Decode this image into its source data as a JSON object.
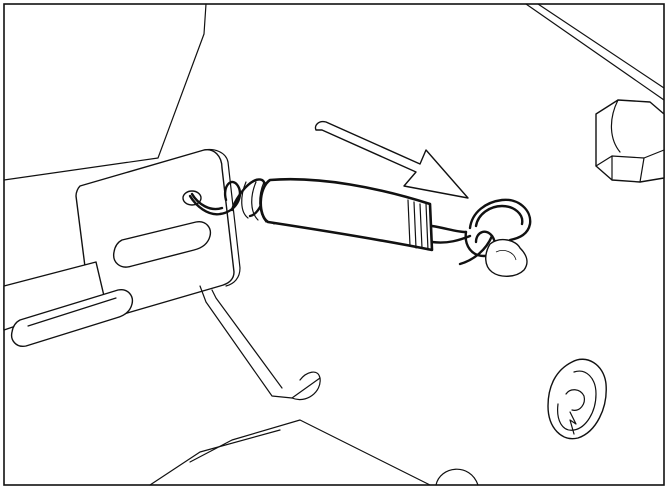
{
  "figure": {
    "background_color": "#ffffff",
    "line_color": "#111111",
    "parts": [
      "mounting-bracket",
      "tension-spring",
      "spring-hook",
      "direction-arrow",
      "hex-nut",
      "retaining-clip"
    ]
  }
}
